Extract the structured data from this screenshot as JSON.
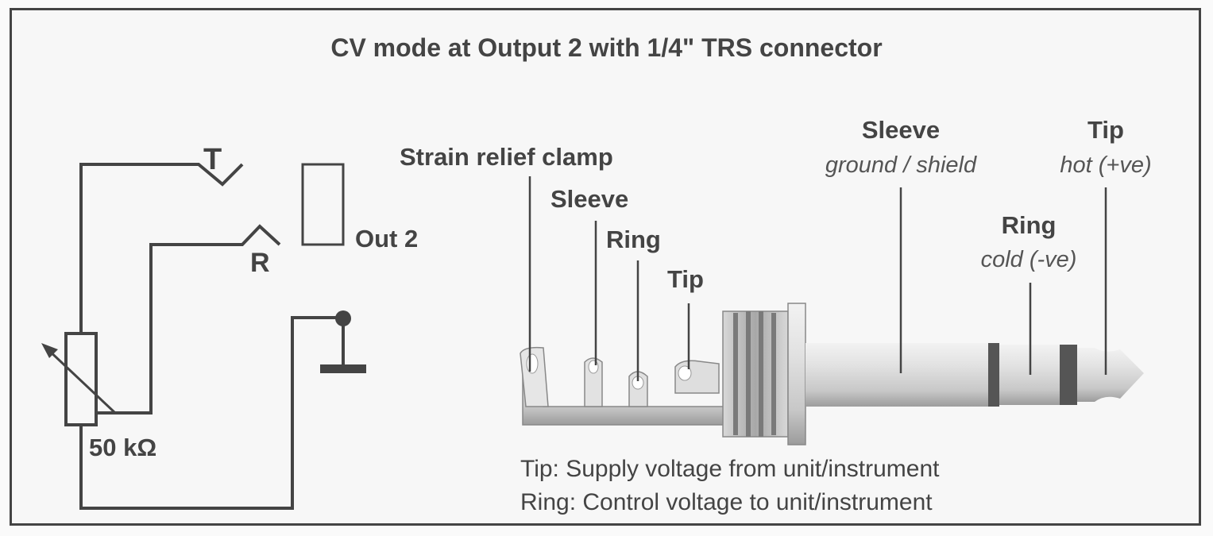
{
  "title": "CV mode at Output 2 with 1/4\" TRS connector",
  "schematic": {
    "tip_terminal": "T",
    "ring_terminal": "R",
    "output_label": "Out 2",
    "potentiometer_value": "50 kΩ"
  },
  "connector": {
    "strain_relief": "Strain relief clamp",
    "sleeve_solder": "Sleeve",
    "ring_solder": "Ring",
    "tip_solder": "Tip",
    "sleeve_contact": "Sleeve",
    "sleeve_desc": "ground / shield",
    "ring_contact": "Ring",
    "ring_desc": "cold (-ve)",
    "tip_contact": "Tip",
    "tip_desc": "hot (+ve)"
  },
  "notes": {
    "tip_note": "Tip: Supply voltage from unit/instrument",
    "ring_note": "Ring: Control voltage to unit/instrument"
  },
  "colors": {
    "line": "#444444",
    "plug_metal": "#d4d4d4",
    "plug_shadow": "#9a9a9a",
    "insulator": "#555555"
  }
}
